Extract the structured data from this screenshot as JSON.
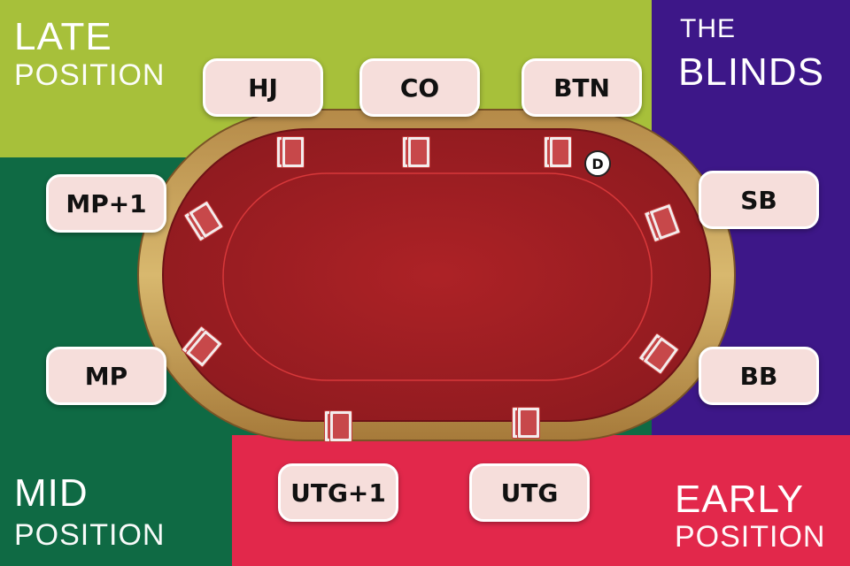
{
  "zones": {
    "late": {
      "line1": "LATE",
      "line2": "POSITION",
      "color": "#a7c03a"
    },
    "blinds": {
      "line1": "THE",
      "line2": "BLINDS",
      "color": "#3d1788"
    },
    "mid": {
      "line1": "MID",
      "line2": "POSITION",
      "color": "#0f6a44"
    },
    "early": {
      "line1": "EARLY",
      "line2": "POSITION",
      "color": "#e2284b"
    }
  },
  "seats": {
    "hj": "HJ",
    "co": "CO",
    "btn": "BTN",
    "sb": "SB",
    "bb": "BB",
    "utg": "UTG",
    "utg1": "UTG+1",
    "mp": "MP",
    "mp1": "MP+1"
  },
  "dealer_button": "D",
  "colors": {
    "felt": "#9e1e23",
    "rail": "#c9a25a",
    "seat_fill": "#f6dedb",
    "card_back": "#c7484a"
  }
}
